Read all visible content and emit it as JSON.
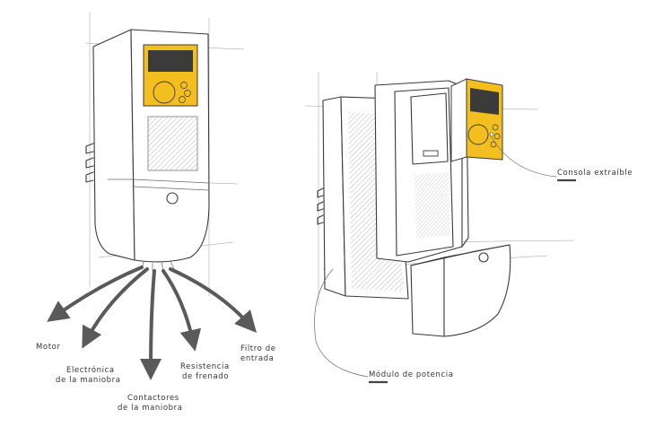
{
  "colors": {
    "console": "#f2bf1f",
    "screen": "#3b3b3b",
    "arrow": "#5a5a5a",
    "line": "#3a3a3a",
    "label_underline": "#444444"
  },
  "labels": {
    "motor": "Motor",
    "electronica_1": "Electrónica",
    "electronica_2": "de la maniobra",
    "contactores_1": "Contactores",
    "contactores_2": "de la maniobra",
    "resistencia_1": "Resistencia",
    "resistencia_2": "de frenado",
    "filtro_1": "Filtro de",
    "filtro_2": "entrada",
    "consola": "Consola extraíble",
    "modulo": "Módulo de potencia"
  }
}
